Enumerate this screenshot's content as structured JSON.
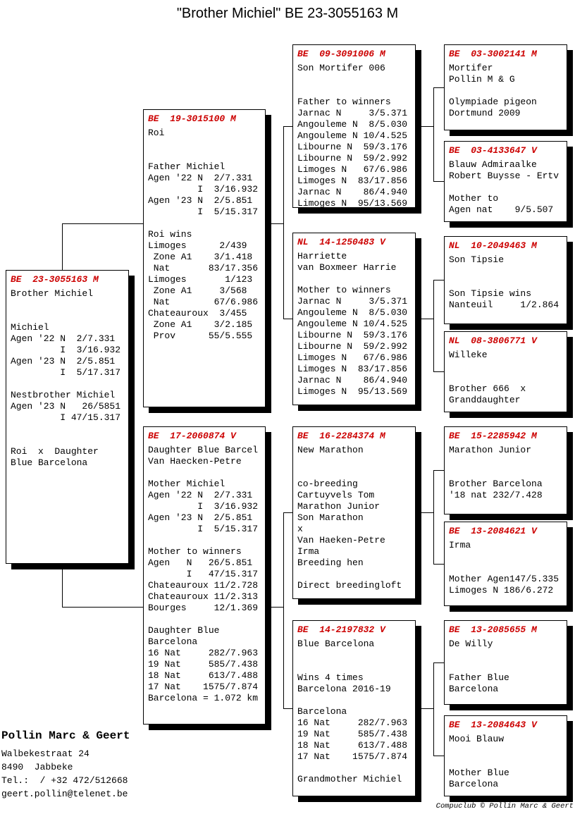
{
  "title": "\"Brother Michiel\"  BE  23-3055163 M",
  "colors": {
    "ring_red": "#cc0000",
    "line_black": "#000000",
    "shadow": "#000000"
  },
  "boxes": {
    "subject": {
      "ring": "BE  23-3055163 M",
      "body": "Brother Michiel\n\n\nMichiel\nAgen '22 N  2/7.331\n         I  3/16.932\nAgen '23 N  2/5.851\n         I  5/17.317\n\nNestbrother Michiel\nAgen '23 N   26/5851\n         I 47/15.317\n\n\nRoi  x  Daughter\nBlue Barcelona"
    },
    "father": {
      "ring": "BE  19-3015100 M",
      "body": "Roi\n\n\nFather Michiel\nAgen '22 N  2/7.331\n         I  3/16.932\nAgen '23 N  2/5.851\n         I  5/15.317\n\nRoi wins\nLimoges      2/439\n Zone A1    3/1.418\n Nat       83/17.356\nLimoges       1/123\n Zone A1     3/568\n Nat        67/6.986\nChateauroux  3/455\n Zone A1    3/2.185\n Prov      55/5.555"
    },
    "mother": {
      "ring": "BE  17-2060874 V",
      "body": "Daughter Blue Barcel\nVan Haecken-Petre\n\nMother Michiel\nAgen '22 N  2/7.331\n         I  3/16.932\nAgen '23 N  2/5.851\n         I  5/15.317\n\nMother to winners\nAgen   N   26/5.851\n       I   47/15.317\nChateauroux 11/2.728\nChateauroux 11/2.313\nBourges     12/1.369\n\nDaughter Blue\nBarcelona\n16 Nat     282/7.963\n19 Nat     585/7.438\n18 Nat     613/7.488\n17 Nat    1575/7.874\nBarcelona = 1.072 km"
    },
    "ff": {
      "ring": "BE  09-3091006 M",
      "body": "Son Mortifer 006\n\n\nFather to winners\nJarnac N     3/5.371\nAngouleme N  8/5.030\nAngouleme N 10/4.525\nLibourne N  59/3.176\nLibourne N  59/2.992\nLimoges N   67/6.986\nLimoges N  83/17.856\nJarnac N    86/4.940\nLimoges N  95/13.569"
    },
    "fm": {
      "ring": "NL  14-1250483 V",
      "body": "Harriette\nvan Boxmeer Harrie\n\nMother to winners\nJarnac N     3/5.371\nAngouleme N  8/5.030\nAngouleme N 10/4.525\nLibourne N  59/3.176\nLibourne N  59/2.992\nLimoges N   67/6.986\nLimoges N  83/17.856\nJarnac N    86/4.940\nLimoges N  95/13.569"
    },
    "mf": {
      "ring": "BE  16-2284374 M",
      "body": "New Marathon\n\n\nco-breeding\nCartuyvels Tom\nMarathon Junior\nSon Marathon\nx\nVan Haeken-Petre\nIrma\nBreeding hen\n\nDirect breedingloft"
    },
    "mm": {
      "ring": "BE  14-2197832 V",
      "body": "Blue Barcelona\n\n\nWins 4 times\nBarcelona 2016-19\n\nBarcelona\n16 Nat     282/7.963\n19 Nat     585/7.438\n18 Nat     613/7.488\n17 Nat    1575/7.874\n\nGrandmother Michiel"
    },
    "fff": {
      "ring": "BE  03-3002141 M",
      "body": "Mortifer\nPollin M & G\n\nOlympiade pigeon\nDortmund 2009"
    },
    "ffm": {
      "ring": "BE  03-4133647 V",
      "body": "Blauw Admiraalke\nRobert Buysse - Ertv\n\nMother to\nAgen nat    9/5.507"
    },
    "fmf": {
      "ring": "NL  10-2049463 M",
      "body": "Son Tipsie\n\n\nSon Tipsie wins\nNanteuil     1/2.864"
    },
    "fmm": {
      "ring": "NL  08-3806771 V",
      "body": "Willeke\n\n\nBrother 666  x\nGranddaughter"
    },
    "mff": {
      "ring": "BE  15-2285942 M",
      "body": "Marathon Junior\n\n\nBrother Barcelona\n'18 nat 232/7.428"
    },
    "mfm": {
      "ring": "BE  13-2084621 V",
      "body": "Irma\n\n\nMother Agen147/5.335\nLimoges N 186/6.272"
    },
    "mmf": {
      "ring": "BE  13-2085655 M",
      "body": "De Willy\n\n\nFather Blue\nBarcelona"
    },
    "mmm": {
      "ring": "BE  13-2084643 V",
      "body": "Mooi Blauw\n\n\nMother Blue\nBarcelona"
    }
  },
  "owner": {
    "name": "Pollin Marc & Geert",
    "address": "Walbekestraat 24\n8490  Jabbeke\nTel.:  / +32 472/512668\ngeert.pollin@telenet.be"
  },
  "footer": "Compuclub © Pollin Marc & Geert"
}
